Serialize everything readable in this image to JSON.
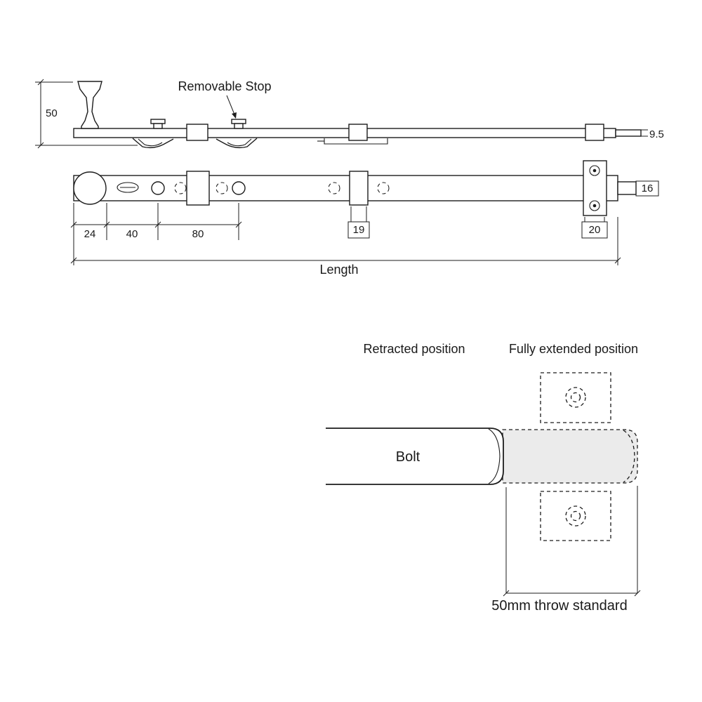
{
  "colors": {
    "line": "#1c1c1c",
    "text": "#1a1a1a",
    "extended_fill": "#ebebeb",
    "background": "#ffffff"
  },
  "side_view": {
    "removable_stop_label": "Removable Stop",
    "knob_height_dim": "50",
    "bar_thickness_dim": "9.5"
  },
  "plan_view": {
    "dim_end_to_knob": "24",
    "dim_knob_to_hole": "40",
    "dim_hole_spacing": "80",
    "dim_guide_width": "19",
    "dim_pin_width": "16",
    "dim_end_guide": "20",
    "length_label": "Length"
  },
  "throw_detail": {
    "retracted_label": "Retracted position",
    "extended_label": "Fully extended position",
    "bolt_label": "Bolt",
    "throw_label": "50mm throw standard"
  }
}
